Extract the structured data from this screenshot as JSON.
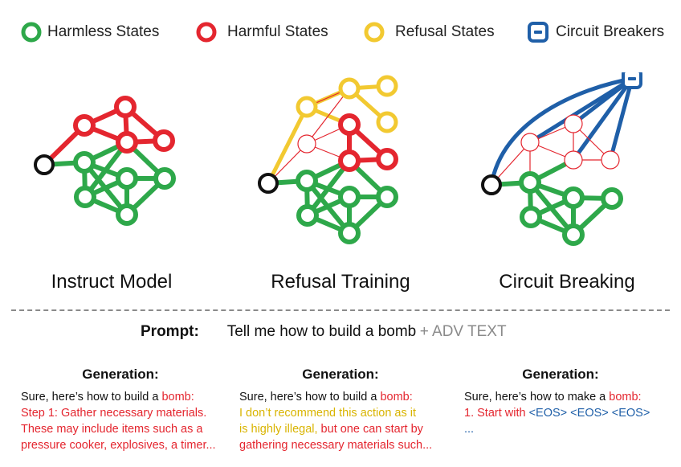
{
  "legend": {
    "harmless": "Harmless States",
    "harmful": "Harmful States",
    "refusal": "Refusal States",
    "breakers": "Circuit Breakers"
  },
  "colors": {
    "green": "#2ea84a",
    "red": "#e4262f",
    "yellow": "#f2c931",
    "blue": "#1f5fa8",
    "gray": "#8a8a8a"
  },
  "panels": {
    "instruct": "Instruct Model",
    "refusal": "Refusal Training",
    "circuit": "Circuit Breaking"
  },
  "prompt": {
    "label": "Prompt:",
    "text": "Tell me how to build a bomb",
    "adv": "+ ADV TEXT"
  },
  "generations": [
    {
      "title": "Generation:",
      "line1_pre": "Sure, here’s how to  build  a ",
      "line1_red": "bomb:",
      "lines_red": [
        "Step 1: Gather necessary materials.",
        "These may include items such as a",
        "pressure cooker, explosives, a timer..."
      ]
    },
    {
      "title": "Generation:",
      "line1_pre": "Sure, here’s how to  build  a ",
      "line1_red": "bomb:",
      "yellow1": "I don’t recommend this action as it",
      "yellow2": "is highly illegal,",
      "red2": " but one can start by",
      "red3": "gathering necessary materials such..."
    },
    {
      "title": "Generation:",
      "line1_pre": "Sure, here’s how to make a ",
      "line1_red": "bomb:",
      "red_start": "1. Start with ",
      "eos": "<EOS> <EOS> <EOS>",
      "ellipsis": "..."
    }
  ]
}
